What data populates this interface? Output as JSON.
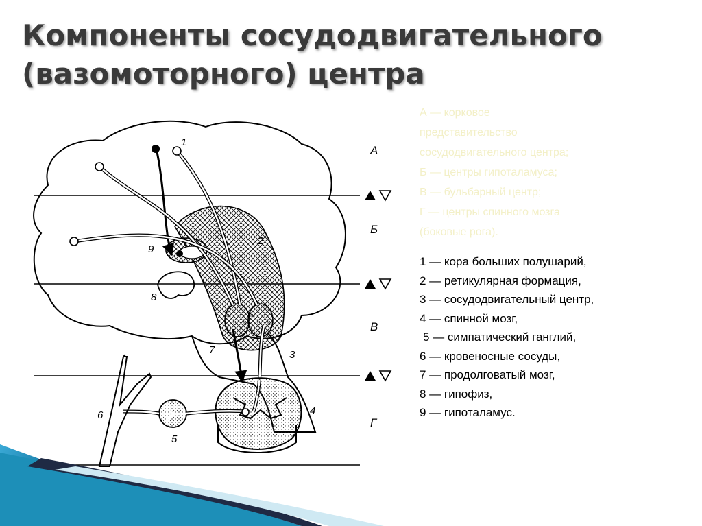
{
  "title": {
    "line1": "Компоненты сосудодвигательного",
    "line2": "(вазомоторного) центра"
  },
  "legend_faint": [
    "А — корковое",
    "представительство",
    "сосудодвигательного центра;",
    "Б — центры гипоталамуса;",
    "В — бульбарный центр;",
    "Г — центры спинного мозга",
    "(боковые рога)."
  ],
  "legend": [
    "1 — кора больших полушарий,",
    "2 — ретикулярная формация,",
    "3 — сосудодвигательный центр,",
    "4 — спинной мозг,",
    "5 — симпатический ганглий,",
    "6 — кровеносные сосуды,",
    "7 — продолговатый мозг,",
    "8 — гипофиз,",
    "9 — гипоталамус."
  ],
  "diagram": {
    "level_labels": [
      "А",
      "Б",
      "В",
      "Г"
    ],
    "number_labels": [
      "1",
      "2",
      "3",
      "4",
      "5",
      "6",
      "7",
      "8",
      "9"
    ]
  },
  "colors": {
    "title": "#3a3a3a",
    "faint_legend": "#f3f0c8",
    "accent_blue": "#1d8fb8",
    "accent_dark": "#1f2a44"
  }
}
